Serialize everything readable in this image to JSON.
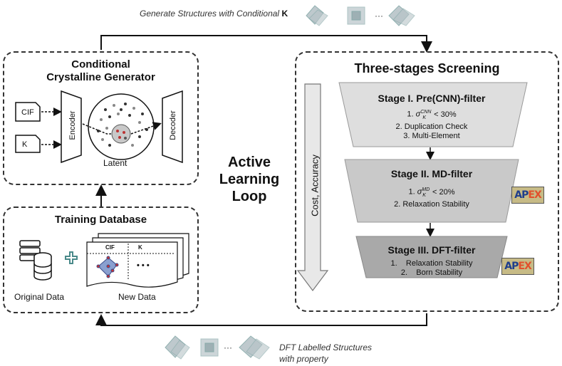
{
  "top_caption": {
    "text": "Generate Structures with Conditional ",
    "bold": "K",
    "ellipsis": "···"
  },
  "bottom_caption": {
    "line1": "DFT Labelled Structures",
    "line2": "with property",
    "ellipsis": "···"
  },
  "generator": {
    "title_line1": "Conditional",
    "title_line2": "Crystalline Generator",
    "input_cif": "CIF",
    "input_k": "K",
    "encoder": "Encoder",
    "decoder": "Decoder",
    "latent": "Latent"
  },
  "training": {
    "title": "Training Database",
    "original": "Original Data",
    "new": "New Data",
    "col_cif": "CIF",
    "col_k": "K",
    "dots": "• • •",
    "plus": "+"
  },
  "loop": {
    "line1": "Active",
    "line2": "Learning",
    "line3": "Loop"
  },
  "screening": {
    "title": "Three-stages Screening",
    "axis_label": "Cost, Accuracy",
    "stage1": {
      "title": "Stage I. Pre(CNN)-filter",
      "item1_prefix": "1. ",
      "item1_sym": "σ",
      "item1_sub": "K",
      "item1_sup": "CNN",
      "item1_rest": " < 30%",
      "item2": "2. Duplication Check",
      "item3": "3. Multi-Element"
    },
    "stage2": {
      "title": "Stage II. MD-filter",
      "item1_prefix": "1. ",
      "item1_sym": "σ",
      "item1_sub": "K",
      "item1_sup": "MD",
      "item1_rest": " < 20%",
      "item2": "2. Relaxation Stability"
    },
    "stage3": {
      "title": "Stage III. DFT-filter",
      "item1": "1.    Relaxation Stability",
      "item2": "2.    Born Stability"
    },
    "badge": {
      "part1": "AP",
      "part2": "EX"
    }
  },
  "colors": {
    "stage1": "#dedede",
    "stage2": "#c9c9c9",
    "stage3": "#a9a9a9",
    "badge_bg": "#c7bb86",
    "badge_blue": "#1f3e8c",
    "badge_orange": "#e2502c",
    "latent_center": "#c8c8c8"
  }
}
